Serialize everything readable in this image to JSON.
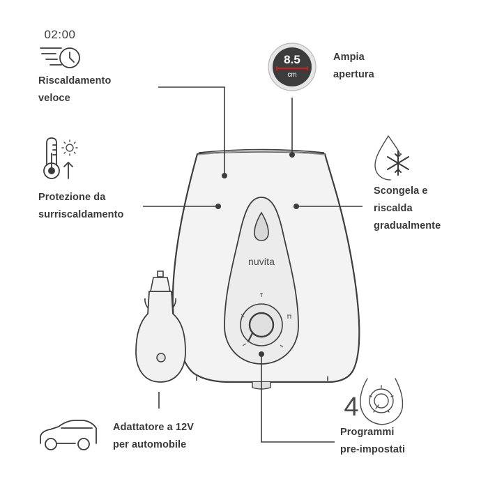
{
  "features": {
    "fast_heating": {
      "line1": "Riscaldamento",
      "line2": "veloce",
      "icon_text": "02:00"
    },
    "wide_opening": {
      "line1": "Ampia",
      "line2": "apertura",
      "badge_value": "8.5",
      "badge_unit": "cm"
    },
    "overheat_protection": {
      "line1": "Protezione da",
      "line2": "surriscaldamento"
    },
    "defrost": {
      "line1": "Scongela e",
      "line2": "riscalda",
      "line3": "gradualmente"
    },
    "car_adapter": {
      "line1": "Adattatore a 12V",
      "line2": "per automobile"
    },
    "programs": {
      "count": "4",
      "line1": "Programmi",
      "line2": "pre-impostati"
    }
  },
  "device": {
    "brand": "nuvita"
  },
  "icons": [
    "clock-icon",
    "thermometer-icon",
    "sun-icon",
    "arrow-up-icon",
    "snowflake-drop-icon",
    "car-icon",
    "dial-icon",
    "opening-badge-icon"
  ],
  "colors": {
    "text": "#3a3a3a",
    "device_body": "#f2f2f2",
    "device_outline": "#3e3e3e",
    "badge_red": "#c8201c"
  }
}
